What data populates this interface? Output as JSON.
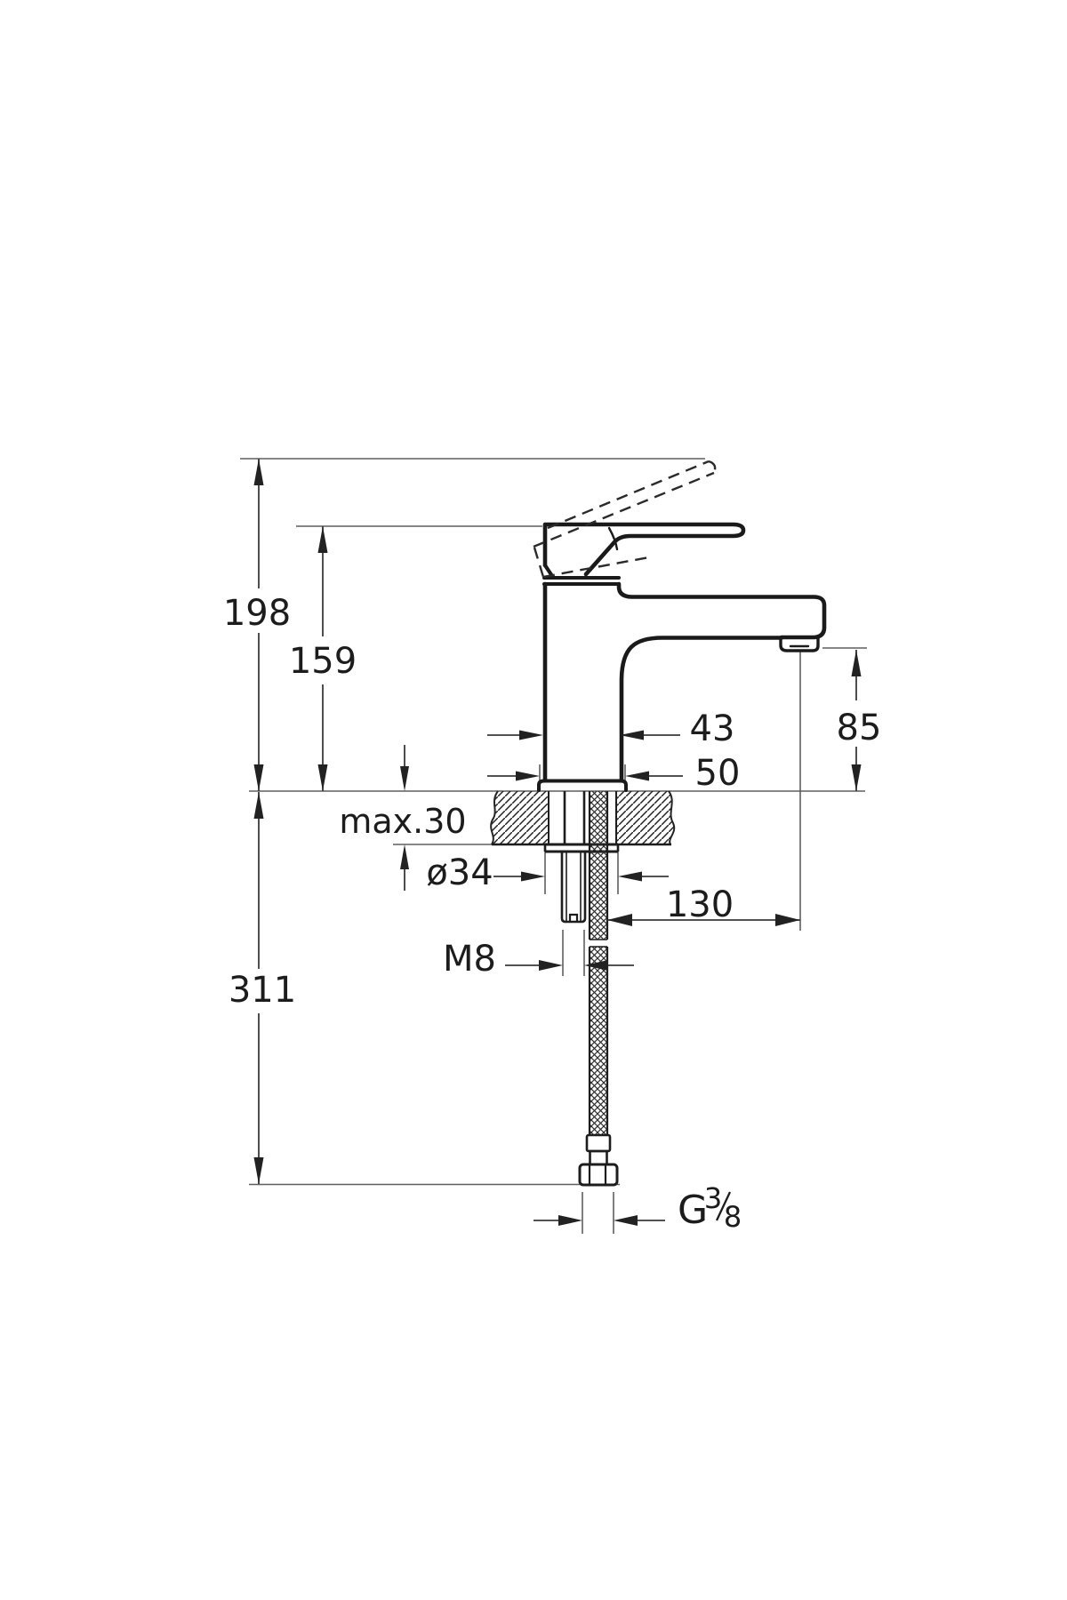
{
  "drawing": {
    "title": "basin-mixer-faucet-dimension-drawing",
    "subject": "Single-lever basin mixer, side elevation with installation dimensions",
    "background_color": "#ffffff",
    "outline_color": "#1a1a1a",
    "dimension_line_color": "#3a3a3a",
    "reference_line_color": "#5f5f5f"
  },
  "dims": {
    "total_height": "198",
    "handle_height": "159",
    "body_width": "43",
    "base_width": "50",
    "spout_height": "85",
    "deck_thickness": "max.30",
    "hole_diameter": "ø34",
    "spout_reach": "130",
    "stud_thread": "M8",
    "below_deck_length": "311",
    "hose_thread_letter": "G",
    "hose_thread_numerator": "3",
    "hose_thread_denominator": "8"
  }
}
